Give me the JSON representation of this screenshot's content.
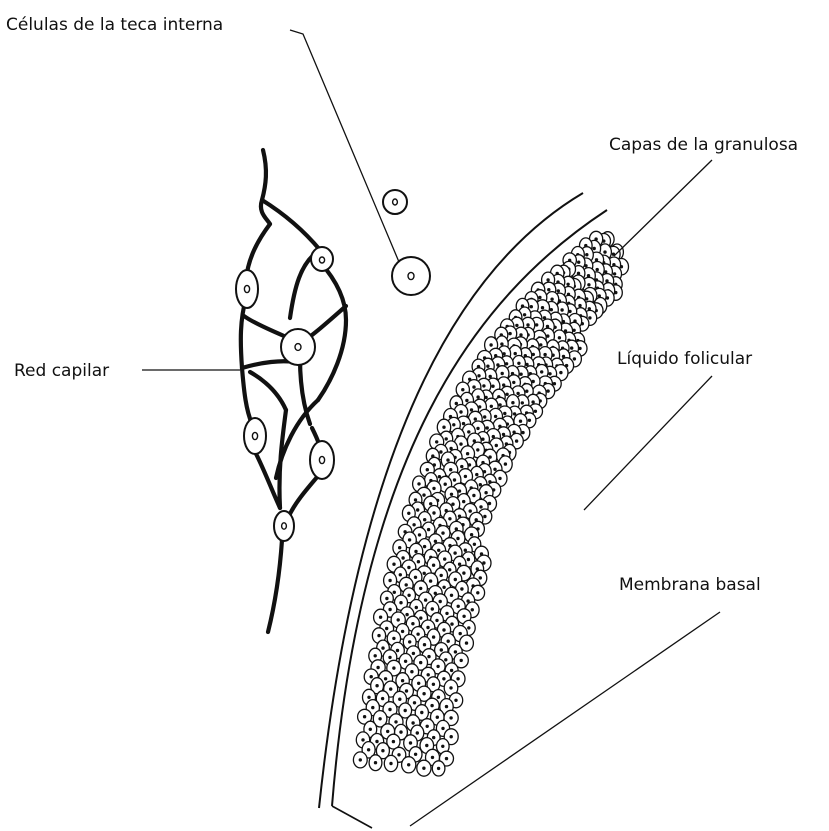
{
  "labels": {
    "theca_cells": "Células de la teca interna",
    "capillary_network": "Red capilar",
    "granulosa_layers": "Capas de la granulosa",
    "follicular_fluid": "Líquido folicular",
    "basal_membrane": "Membrana basal"
  }
}
